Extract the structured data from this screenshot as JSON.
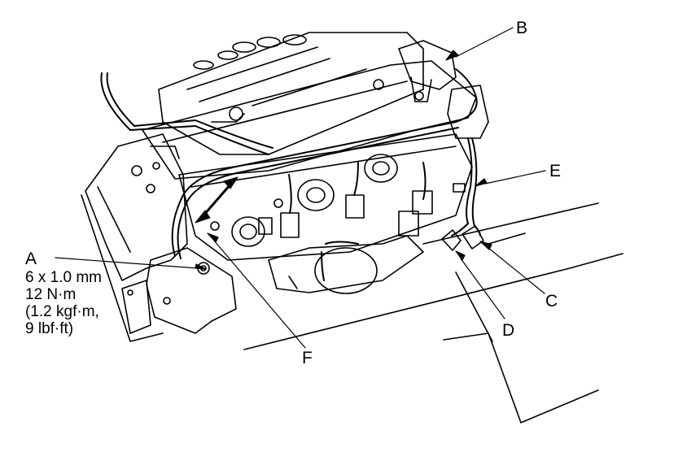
{
  "callouts": {
    "a": "A",
    "b": "B",
    "c": "C",
    "d": "D",
    "e": "E",
    "f": "F"
  },
  "spec": {
    "size": "6 x 1.0 mm",
    "torque_nm": "12 N·m",
    "torque_kgfm": "(1.2 kgf·m,",
    "torque_lbfft": "9 lbf·ft)"
  }
}
